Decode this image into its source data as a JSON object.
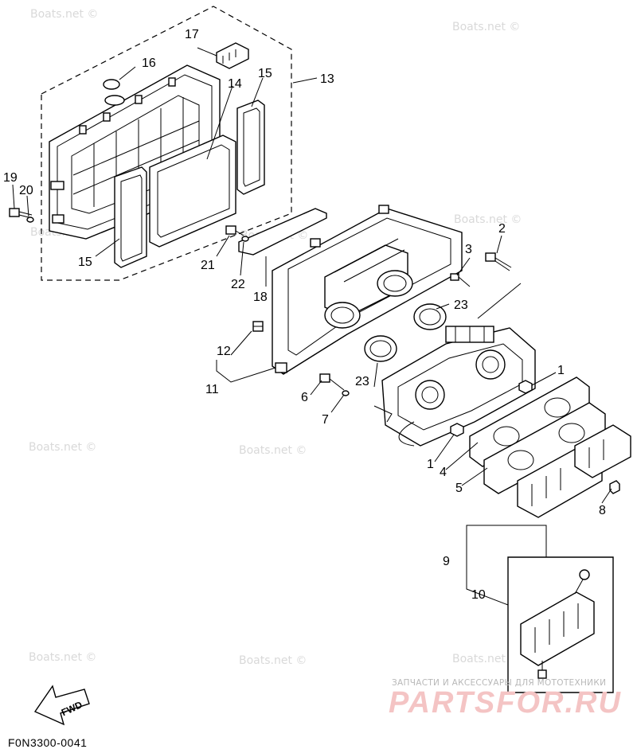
{
  "watermark_text": "Boats.net ©",
  "callouts": {
    "c1a": "1",
    "c1b": "1",
    "c2": "2",
    "c3": "3",
    "c4": "4",
    "c5": "5",
    "c6": "6",
    "c7": "7",
    "c8": "8",
    "c9": "9",
    "c10": "10",
    "c11": "11",
    "c12": "12",
    "c13": "13",
    "c14": "14",
    "c15a": "15",
    "c15b": "15",
    "c16": "16",
    "c17": "17",
    "c18": "18",
    "c19": "19",
    "c20": "20",
    "c21": "21",
    "c22": "22",
    "c23a": "23",
    "c23b": "23"
  },
  "fwd_label": "FWD",
  "figure_code": "F0N3300-0041",
  "logo": {
    "subtitle": "ЗАПЧАСТИ И АКСЕССУАРЫ ДЛЯ МОТОТЕХНИКИ",
    "text": "PARTSFOR.RU",
    "color": "#f4c4c4"
  },
  "colors": {
    "line": "#000000",
    "watermark": "#d9d9d9",
    "background": "#ffffff"
  }
}
